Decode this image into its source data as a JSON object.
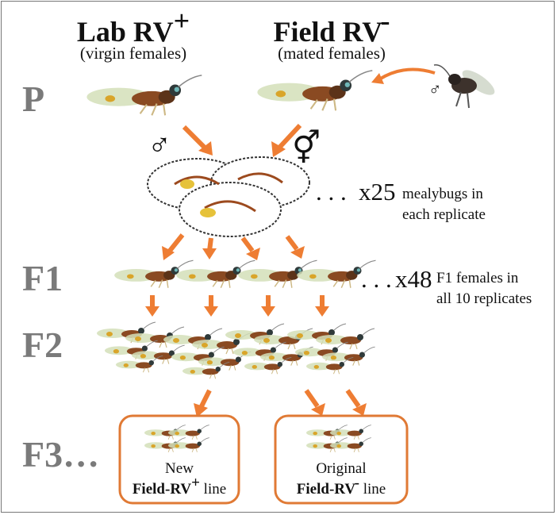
{
  "parents": {
    "lab": {
      "name": "Lab RV",
      "sign": "+",
      "note": "(virgin females)"
    },
    "field": {
      "name": "Field RV",
      "sign": "-",
      "note": "(mated females)"
    }
  },
  "generations": {
    "p": "P",
    "f1": "F1",
    "f2": "F2",
    "f3": "F3…"
  },
  "mealybug_note": {
    "dots": ". . .",
    "count": "x25",
    "line1": "mealybugs in",
    "line2": "each replicate"
  },
  "f1_note": {
    "dots": ". . .",
    "count": "x48",
    "line1": "F1 females in",
    "line2": "all 10 replicates"
  },
  "box_new": {
    "line1": "New",
    "bold": "Field-RV",
    "sign": "+",
    "rest": " line"
  },
  "box_orig": {
    "line1": "Original",
    "bold": "Field-RV",
    "sign": "-",
    "rest": " line"
  },
  "colors": {
    "arrow": "#ee7d33",
    "box_border": "#e07a35",
    "generation_label": "#7a7a7a",
    "wasp_body": "#8a4a22"
  }
}
